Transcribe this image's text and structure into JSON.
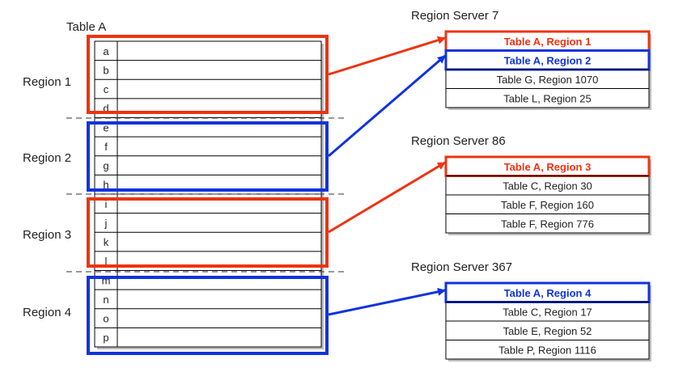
{
  "colors": {
    "red": "#ee3311",
    "blue": "#1133dd",
    "text": "#222222",
    "grid": "#000000"
  },
  "table": {
    "title": "Table A",
    "rows": [
      "a",
      "b",
      "c",
      "d",
      "e",
      "f",
      "g",
      "h",
      "i",
      "j",
      "k",
      "l",
      "m",
      "n",
      "o",
      "p"
    ]
  },
  "regions": [
    {
      "label": "Region 1",
      "color": "red"
    },
    {
      "label": "Region 2",
      "color": "blue"
    },
    {
      "label": "Region 3",
      "color": "red"
    },
    {
      "label": "Region 4",
      "color": "blue"
    }
  ],
  "servers": [
    {
      "title": "Region Server 7",
      "entries": [
        {
          "text": "Table A, Region 1",
          "highlight": "red"
        },
        {
          "text": "Table A, Region 2",
          "highlight": "blue"
        },
        {
          "text": "Table G, Region 1070",
          "highlight": null
        },
        {
          "text": "Table L, Region 25",
          "highlight": null
        }
      ]
    },
    {
      "title": "Region Server 86",
      "entries": [
        {
          "text": "Table A, Region 3",
          "highlight": "red"
        },
        {
          "text": "Table C, Region 30",
          "highlight": null
        },
        {
          "text": "Table F, Region 160",
          "highlight": null
        },
        {
          "text": "Table F, Region 776",
          "highlight": null
        }
      ]
    },
    {
      "title": "Region Server 367",
      "entries": [
        {
          "text": "Table A, Region 4",
          "highlight": "blue"
        },
        {
          "text": "Table C, Region 17",
          "highlight": null
        },
        {
          "text": "Table E, Region 52",
          "highlight": null
        },
        {
          "text": "Table P, Region 1116",
          "highlight": null
        }
      ]
    }
  ]
}
